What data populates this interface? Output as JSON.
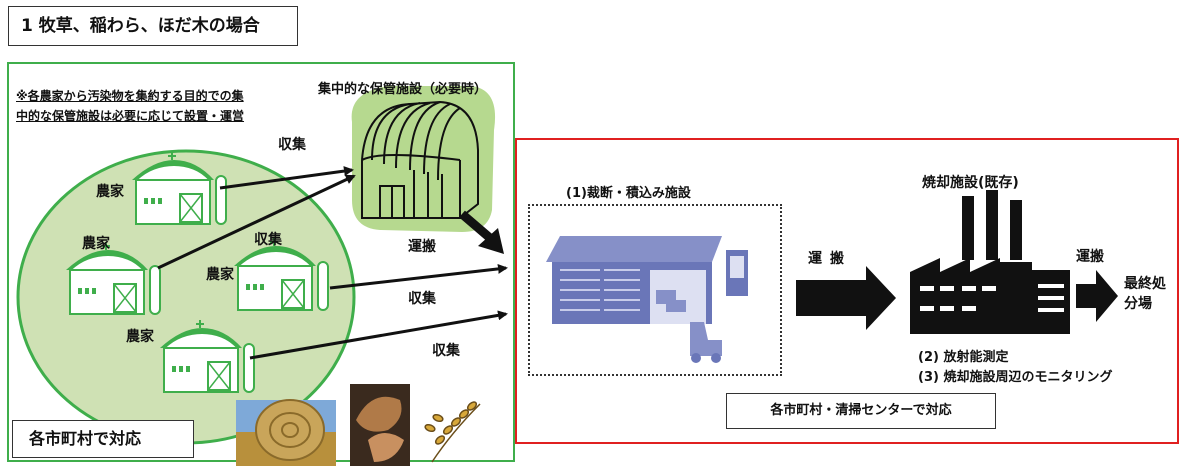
{
  "title": "1  牧草、稲わら、ほだ木の場合",
  "note": {
    "line1": "※各農家から汚染物を集約する目的での集",
    "line2": "中的な保管施設は必要に応じて設置・運営"
  },
  "storage_label": "集中的な保管施設（必要時）",
  "farm_label": "農家",
  "collect_label": "収集",
  "transport_label": "運搬",
  "cutting_label": "(1)裁断・積込み施設",
  "incinerator_label": "焼却施設(既存)",
  "final_disposal": {
    "line1": "最終処",
    "line2": "分場"
  },
  "measure_label": "(2)  放射能測定",
  "monitor_label": "(3)  焼却施設周辺のモニタリング",
  "municipal_label": "各市町村で対応",
  "center_label": "各市町村・清掃センターで対応"
}
